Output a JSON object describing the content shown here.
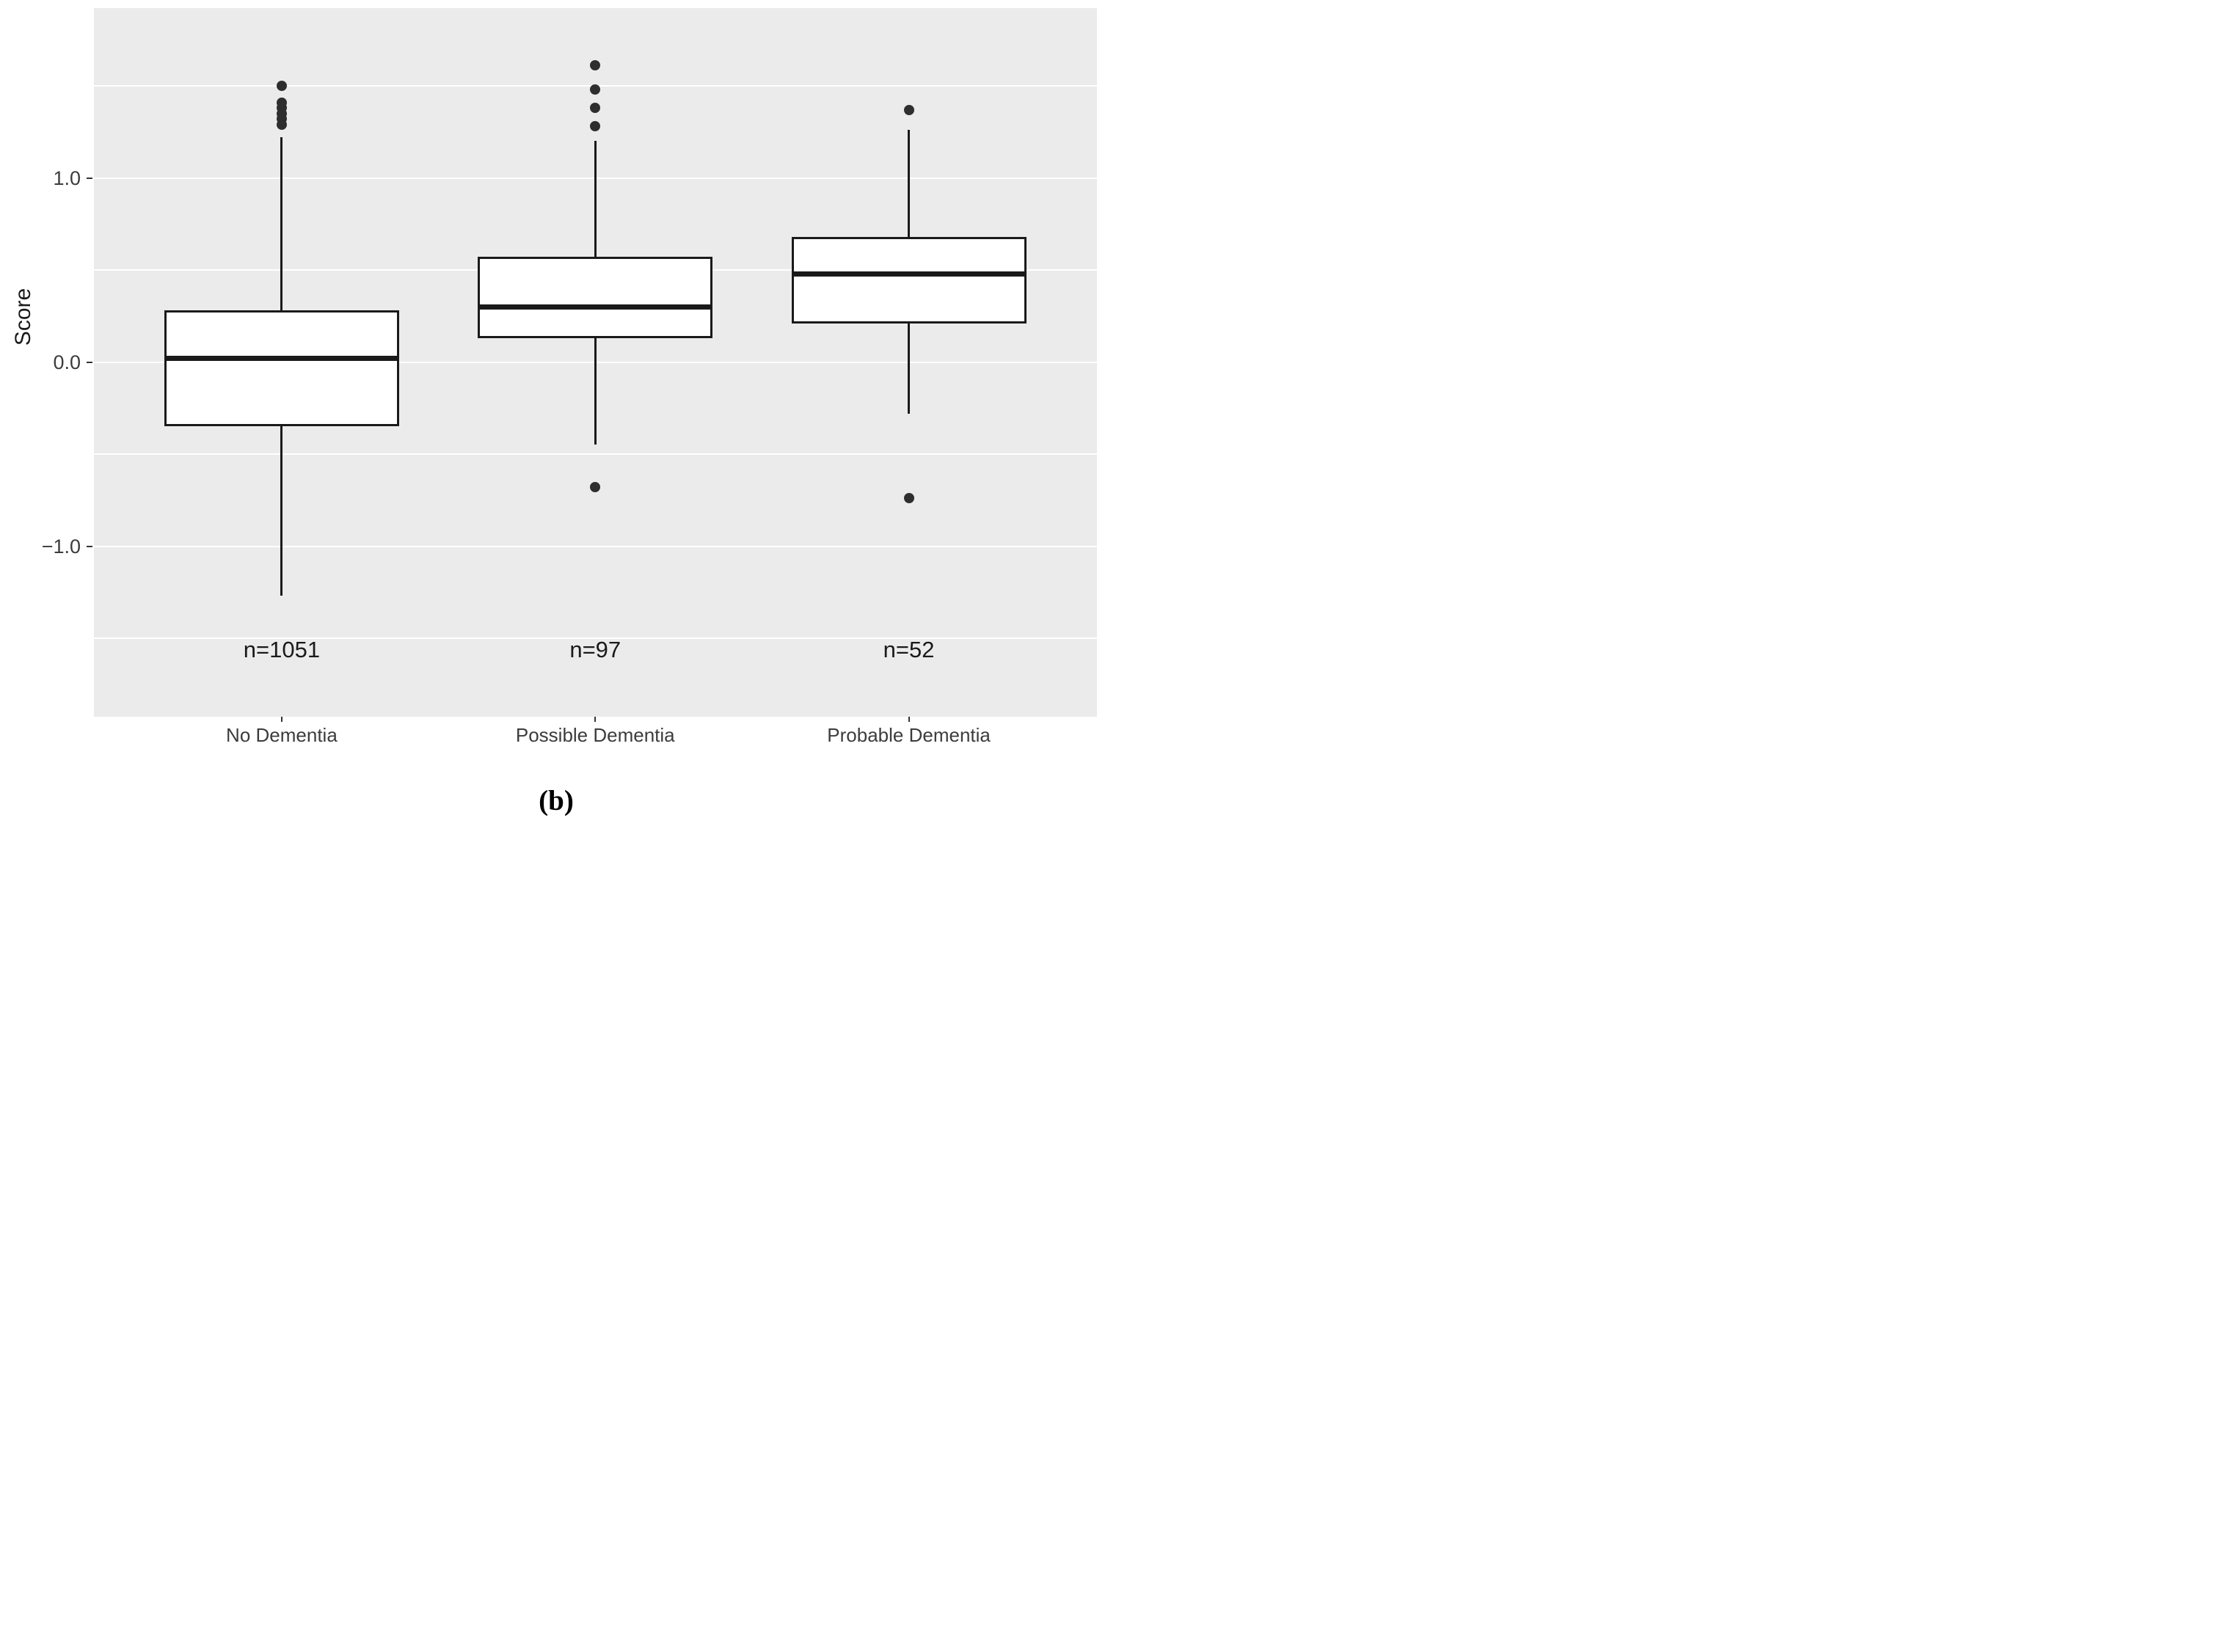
{
  "figure": {
    "caption": "(b)"
  },
  "chart_data": {
    "type": "boxplot",
    "title": "",
    "xlabel": "",
    "ylabel": "Score",
    "categories": [
      "No Dementia",
      "Possible Dementia",
      "Probable Dementia"
    ],
    "counts": [
      "n=1051",
      "n=97",
      "n=52"
    ],
    "ylim": [
      -1.93,
      1.92
    ],
    "grid": "on",
    "legend": "none",
    "yticks": [
      {
        "value": 1.0,
        "label": "1.0"
      },
      {
        "value": 0.0,
        "label": "0.0"
      },
      {
        "value": -1.0,
        "label": "−1.0"
      }
    ],
    "minor_yticks": [
      1.5,
      0.5,
      -0.5,
      -1.5
    ],
    "colors": {
      "panel_background": "#EBEBEB",
      "gridline": "#FFFFFF",
      "box_fill": "#FFFFFF",
      "box_line": "#1A1A1A",
      "outlier": "#2E2E2E",
      "axis_text": "#3C3C3C",
      "tick_mark": "#333333"
    },
    "series": [
      {
        "name": "No Dementia",
        "count_label": "n=1051",
        "n": 1051,
        "whisker_low": -1.27,
        "q1": -0.35,
        "median": 0.02,
        "q3": 0.28,
        "whisker_high": 1.22,
        "outliers": [
          1.29,
          1.32,
          1.35,
          1.38,
          1.41,
          1.5
        ]
      },
      {
        "name": "Possible Dementia",
        "count_label": "n=97",
        "n": 97,
        "whisker_low": -0.45,
        "q1": 0.13,
        "median": 0.3,
        "q3": 0.57,
        "whisker_high": 1.2,
        "outliers": [
          1.28,
          1.38,
          1.48,
          1.61,
          -0.68
        ]
      },
      {
        "name": "Probable Dementia",
        "count_label": "n=52",
        "n": 52,
        "whisker_low": -0.28,
        "q1": 0.21,
        "median": 0.48,
        "q3": 0.68,
        "whisker_high": 1.26,
        "outliers": [
          1.37,
          -0.74
        ]
      }
    ]
  }
}
